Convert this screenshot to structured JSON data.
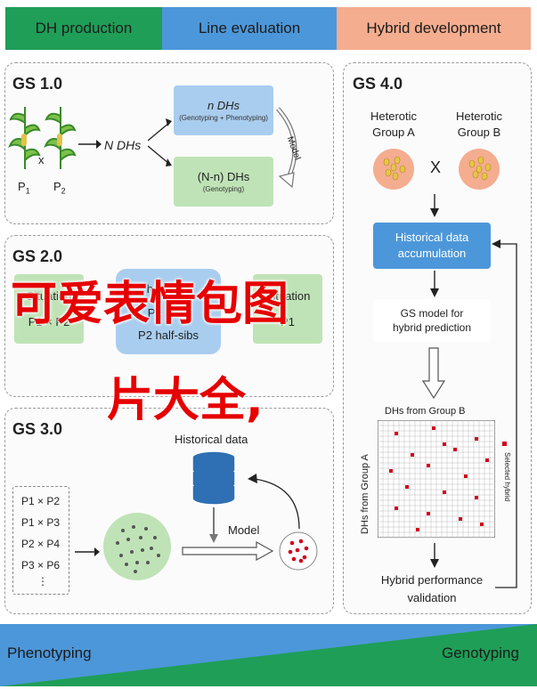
{
  "tabs": [
    {
      "label": "DH production"
    },
    {
      "label": "Line evaluation"
    },
    {
      "label": "Hybrid development"
    }
  ],
  "gs1": {
    "title": "GS 1.0",
    "parent1": "P",
    "parent1_sub": "1",
    "parent2": "P",
    "parent2_sub": "2",
    "cross": "x",
    "ndh_label": "N DHs",
    "box_top_title": "n DHs",
    "box_top_sub": "(Genotyping + Phenotyping)",
    "box_bottom_title": "(N-n) DHs",
    "box_bottom_sub": "(Genotyping)",
    "model_label": "Model"
  },
  "gs2": {
    "title": "GS 2.0",
    "left_box_title": "Situation",
    "left_box_sub": "P1 × P2",
    "mid_top": "half-sibs",
    "mid_mid": "P1 × P2",
    "mid_bottom": "P2 half-sibs",
    "right_box_title": "Situation",
    "right_box_sub": "P1"
  },
  "gs3": {
    "title": "GS 3.0",
    "crosses": [
      "P1 × P2",
      "P1 × P3",
      "P2 × P4",
      "P3 × P6",
      "⋮"
    ],
    "historical_label": "Historical data",
    "model_label": "Model"
  },
  "gs4": {
    "title": "GS 4.0",
    "group_a": "Heterotic Group A",
    "group_b": "Heterotic Group B",
    "cross": "X",
    "hist_box": "Historical data accumulation",
    "gs_model": "GS model for hybrid prediction",
    "grid_top": "DHs from Group B",
    "grid_left": "DHs from Group A",
    "grid_right": "Selected hybrid",
    "perf": "Hybrid performance validation"
  },
  "bottom": {
    "left": "Phenotyping",
    "right": "Genotyping"
  },
  "overlay": {
    "line1": "可爱表情包图",
    "line2": "片大全,"
  },
  "colors": {
    "green": "#1f9e57",
    "blue": "#4c97d9",
    "orange": "#f4ad8f",
    "box_blue": "#a9cdee",
    "box_green": "#bfe3b7",
    "red": "#d0021b"
  }
}
